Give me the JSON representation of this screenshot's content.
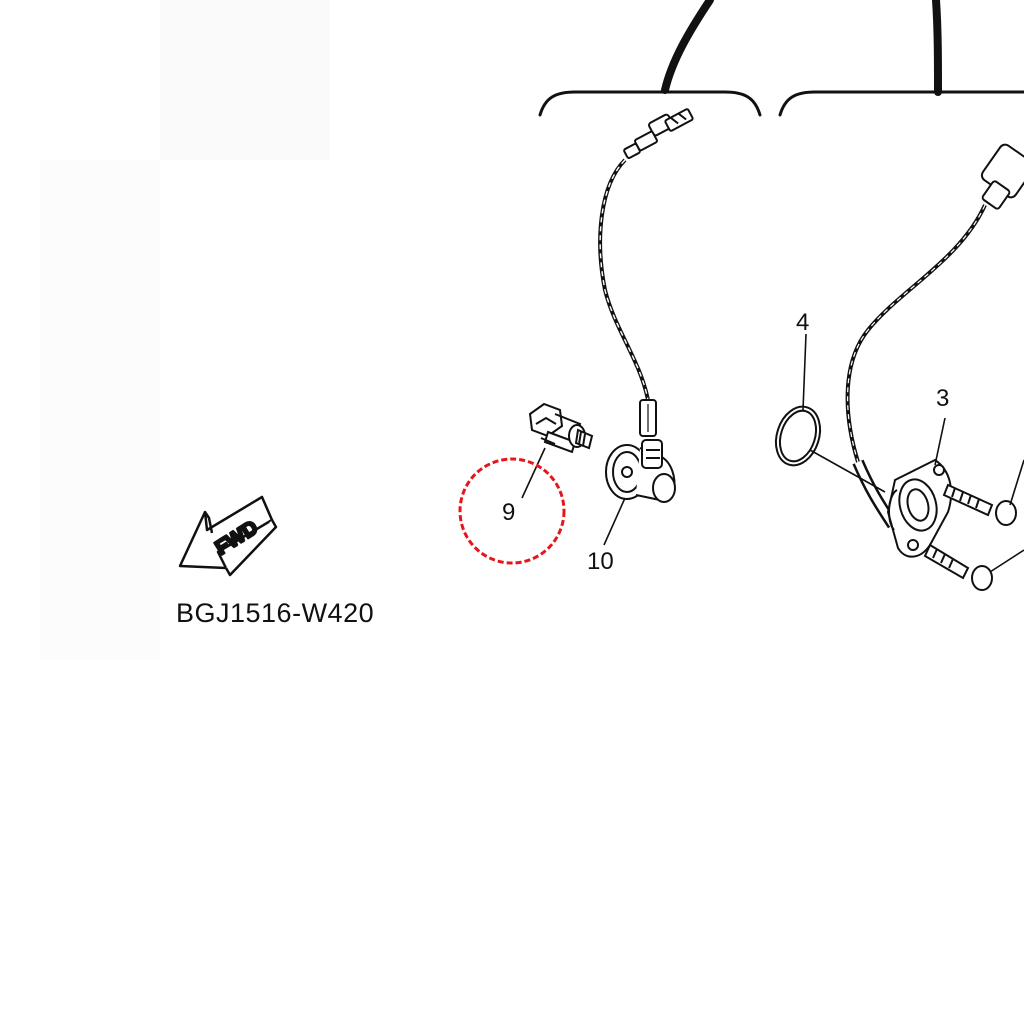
{
  "diagram": {
    "reference_code": "BGJ1516-W420",
    "direction_label": "FWD",
    "highlight_color": "#e8141c",
    "callouts": {
      "c3": "3",
      "c4": "4",
      "c9": "9",
      "c10": "10"
    }
  }
}
